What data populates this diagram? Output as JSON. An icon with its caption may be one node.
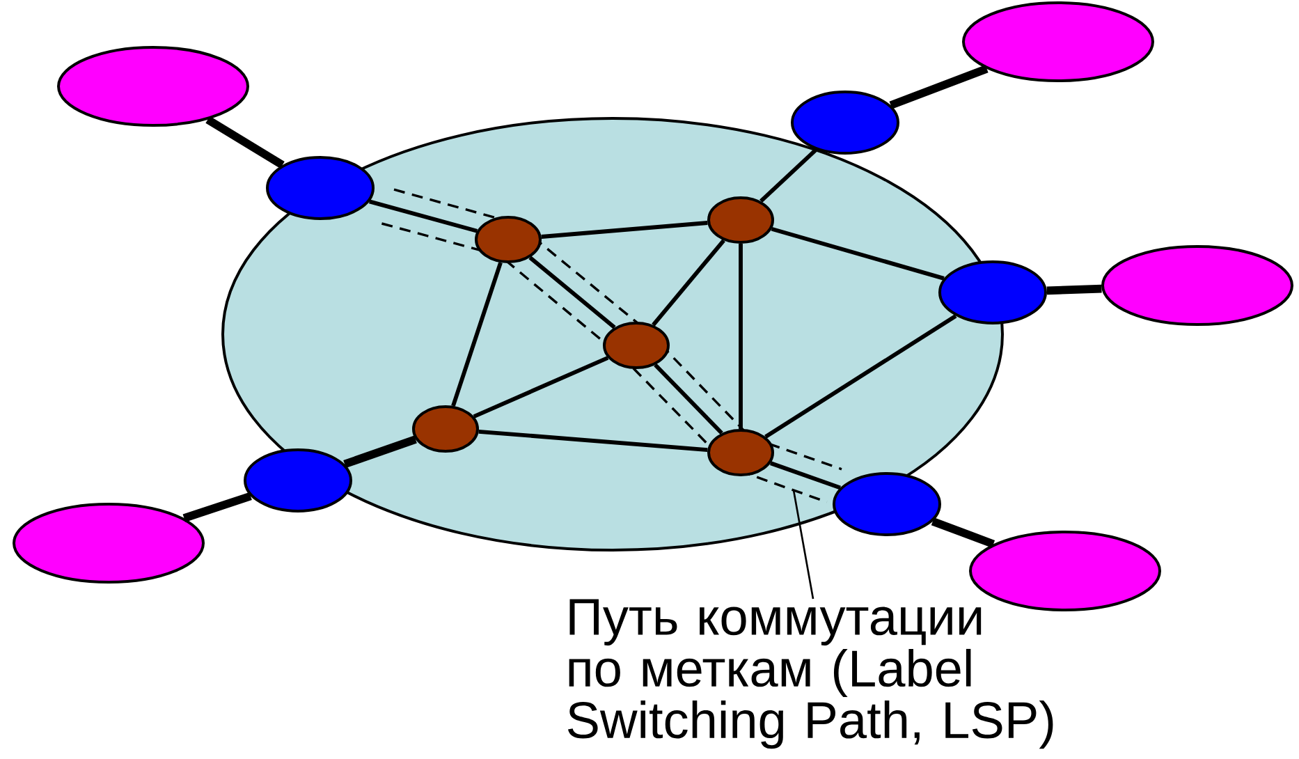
{
  "diagram": {
    "nodes": [
      {
        "text": [],
        "shape": "ellipse"
      },
      {
        "text": [],
        "shape": "ellipse"
      },
      {
        "text": [],
        "shape": "ellipse"
      },
      {
        "text": [],
        "shape": "ellipse"
      },
      {
        "text": [],
        "shape": "ellipse"
      },
      {
        "text": [],
        "shape": "ellipse",
        "in": 0
      },
      {
        "text": [],
        "shape": "ellipse",
        "in": 0
      },
      {
        "text": [],
        "shape": "ellipse"
      },
      {
        "text": [],
        "shape": "ellipse"
      },
      {
        "text": [],
        "shape": "ellipse",
        "in": 0
      },
      {
        "text": [],
        "shape": "ellipse",
        "in": 0
      },
      {
        "text": [],
        "shape": "ellipse",
        "in": 0
      },
      {
        "text": [],
        "shape": "ellipse"
      },
      {
        "text": [],
        "shape": "ellipse"
      },
      {
        "text": [],
        "shape": "ellipse"
      },
      {
        "text": [],
        "shape": "ellipse"
      },
      {
        "text": [
          "Путь коммутации по меткам (Label Switching Path, LSP)"
        ]
      }
    ],
    "edges": [
      {
        "from": 1,
        "to": 3,
        "arrow": "none",
        "style": "thick"
      },
      {
        "from": 2,
        "to": 4,
        "arrow": "none",
        "style": "thick"
      },
      {
        "from": 7,
        "to": 8,
        "arrow": "none",
        "style": "thick"
      },
      {
        "from": 15,
        "to": 13,
        "arrow": "none",
        "style": "thick"
      },
      {
        "from": 14,
        "to": 12,
        "arrow": "none",
        "style": "thick"
      },
      {
        "from": 12,
        "to": 10,
        "arrow": "none",
        "style": "thick"
      },
      {
        "from": 3,
        "to": 5,
        "arrow": "none"
      },
      {
        "from": 5,
        "to": 9,
        "arrow": "none"
      },
      {
        "from": 9,
        "to": 11,
        "arrow": "none"
      },
      {
        "from": 11,
        "to": 13,
        "arrow": "none"
      },
      {
        "from": 5,
        "to": 6,
        "arrow": "none"
      },
      {
        "from": 5,
        "to": 10,
        "arrow": "none"
      },
      {
        "from": 6,
        "to": 4,
        "arrow": "none"
      },
      {
        "from": 6,
        "to": 9,
        "arrow": "none"
      },
      {
        "from": 6,
        "to": 11,
        "arrow": "none"
      },
      {
        "from": 6,
        "to": 8,
        "arrow": "none"
      },
      {
        "from": 9,
        "to": 10,
        "arrow": "none"
      },
      {
        "from": 10,
        "to": 11,
        "arrow": "none"
      },
      {
        "from": 11,
        "to": 8,
        "arrow": "none"
      },
      {
        "from": 16,
        "to": null,
        "arrow": "none"
      }
    ]
  }
}
